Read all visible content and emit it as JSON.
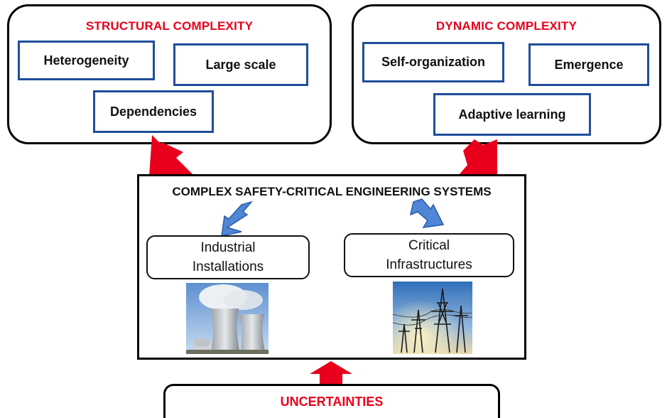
{
  "structural": {
    "title": "STRUCTURAL COMPLEXITY",
    "items": [
      "Heterogeneity",
      "Large scale",
      "Dependencies"
    ]
  },
  "dynamic": {
    "title": "DYNAMIC COMPLEXITY",
    "items": [
      "Self-organization",
      "Emergence",
      "Adaptive learning"
    ]
  },
  "system": {
    "title": "COMPLEX SAFETY-CRITICAL ENGINEERING SYSTEMS",
    "left_label_line1": "Industrial",
    "left_label_line2": "Installations",
    "right_label_line1": "Critical",
    "right_label_line2": "Infrastructures"
  },
  "uncertainties": {
    "label": "UNCERTAINTIES"
  },
  "colors": {
    "accent_red": "#e8001c",
    "tag_border_blue": "#1f4e9b",
    "small_arrow_blue": "#4f86d6"
  }
}
